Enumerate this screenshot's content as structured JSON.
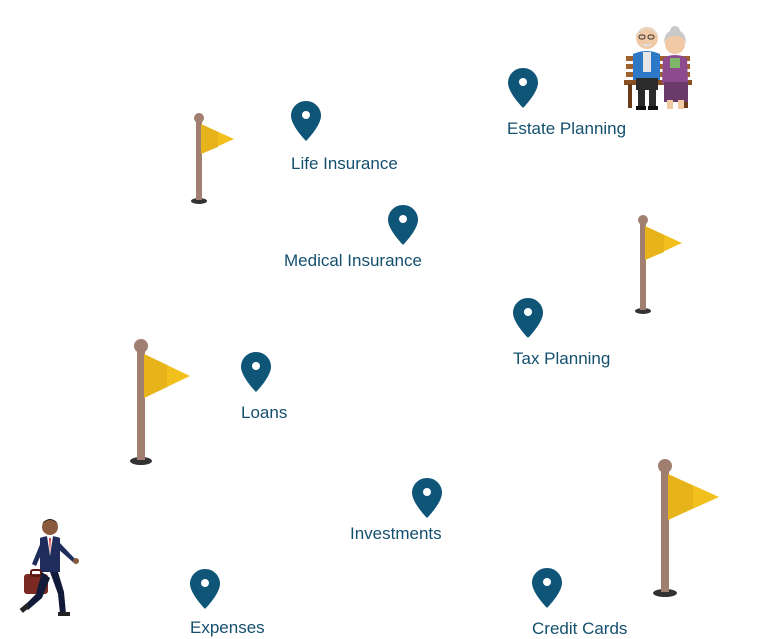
{
  "milestones": {
    "life_insurance": "Life Insurance",
    "estate_planning": "Estate Planning",
    "medical_insurance": "Medical Insurance",
    "tax_planning": "Tax Planning",
    "loans": "Loans",
    "investments": "Investments",
    "expenses": "Expenses",
    "credit_cards": "Credit Cards"
  },
  "colors": {
    "pin": "#0f5578",
    "label": "#144f6e",
    "flag": "#f2c01d",
    "pole": "#a07e70"
  },
  "icons": {
    "pin": "map-pin-icon",
    "flag": "flag-icon",
    "start": "businessman-walking-icon",
    "end": "elderly-couple-on-bench-icon"
  }
}
